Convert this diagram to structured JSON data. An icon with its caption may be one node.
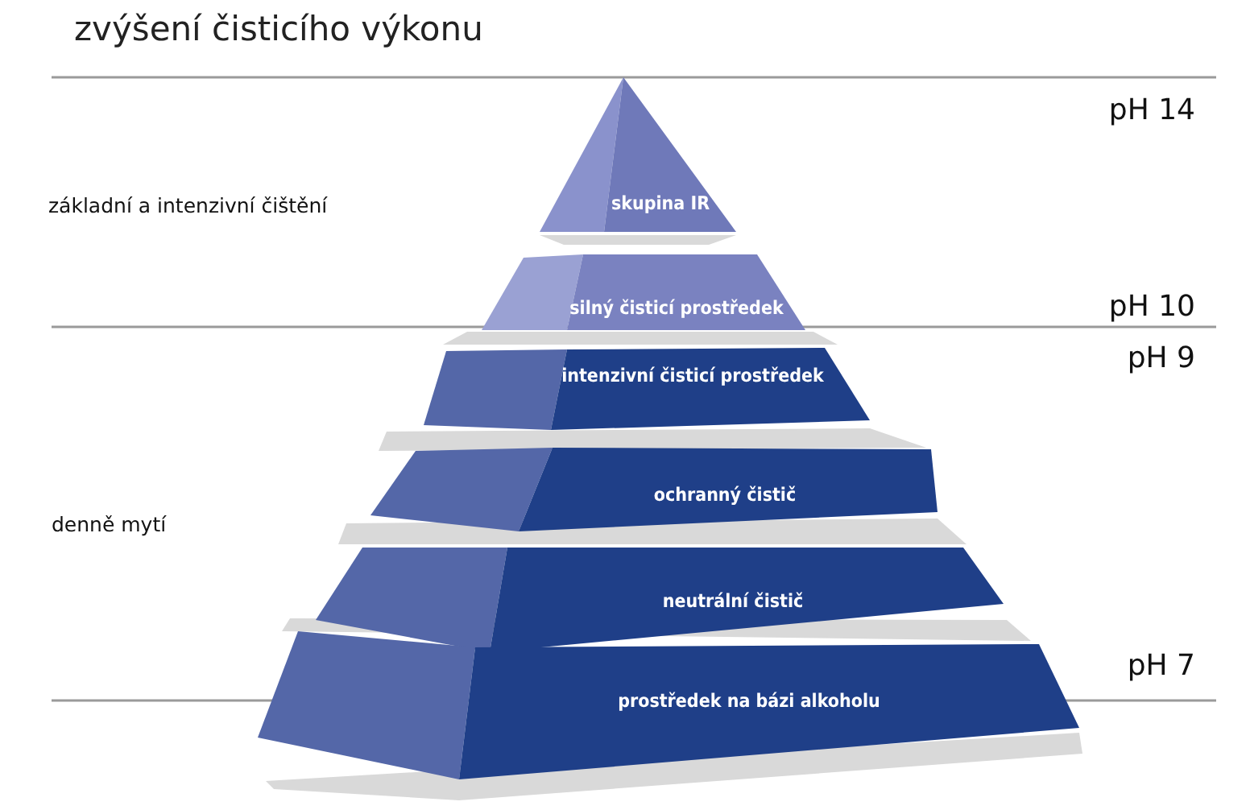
{
  "diagram": {
    "title": "zvýšení čisticího výkonu",
    "nodes": [
      {
        "text": [
          "skupina IR"
        ]
      },
      {
        "text": [
          "silný čisticí prostředek"
        ]
      },
      {
        "text": [
          "intenzivní čisticí prostředek"
        ]
      },
      {
        "text": [
          "ochranný čistič"
        ]
      },
      {
        "text": [
          "neutrální čistič"
        ]
      },
      {
        "text": [
          "prostředek na bázi alkoholu"
        ]
      }
    ],
    "labels": [
      "pH 14",
      "základní a intenzivní čištění",
      "pH 10",
      "pH 9",
      "denně mytí",
      "pH 7"
    ]
  }
}
